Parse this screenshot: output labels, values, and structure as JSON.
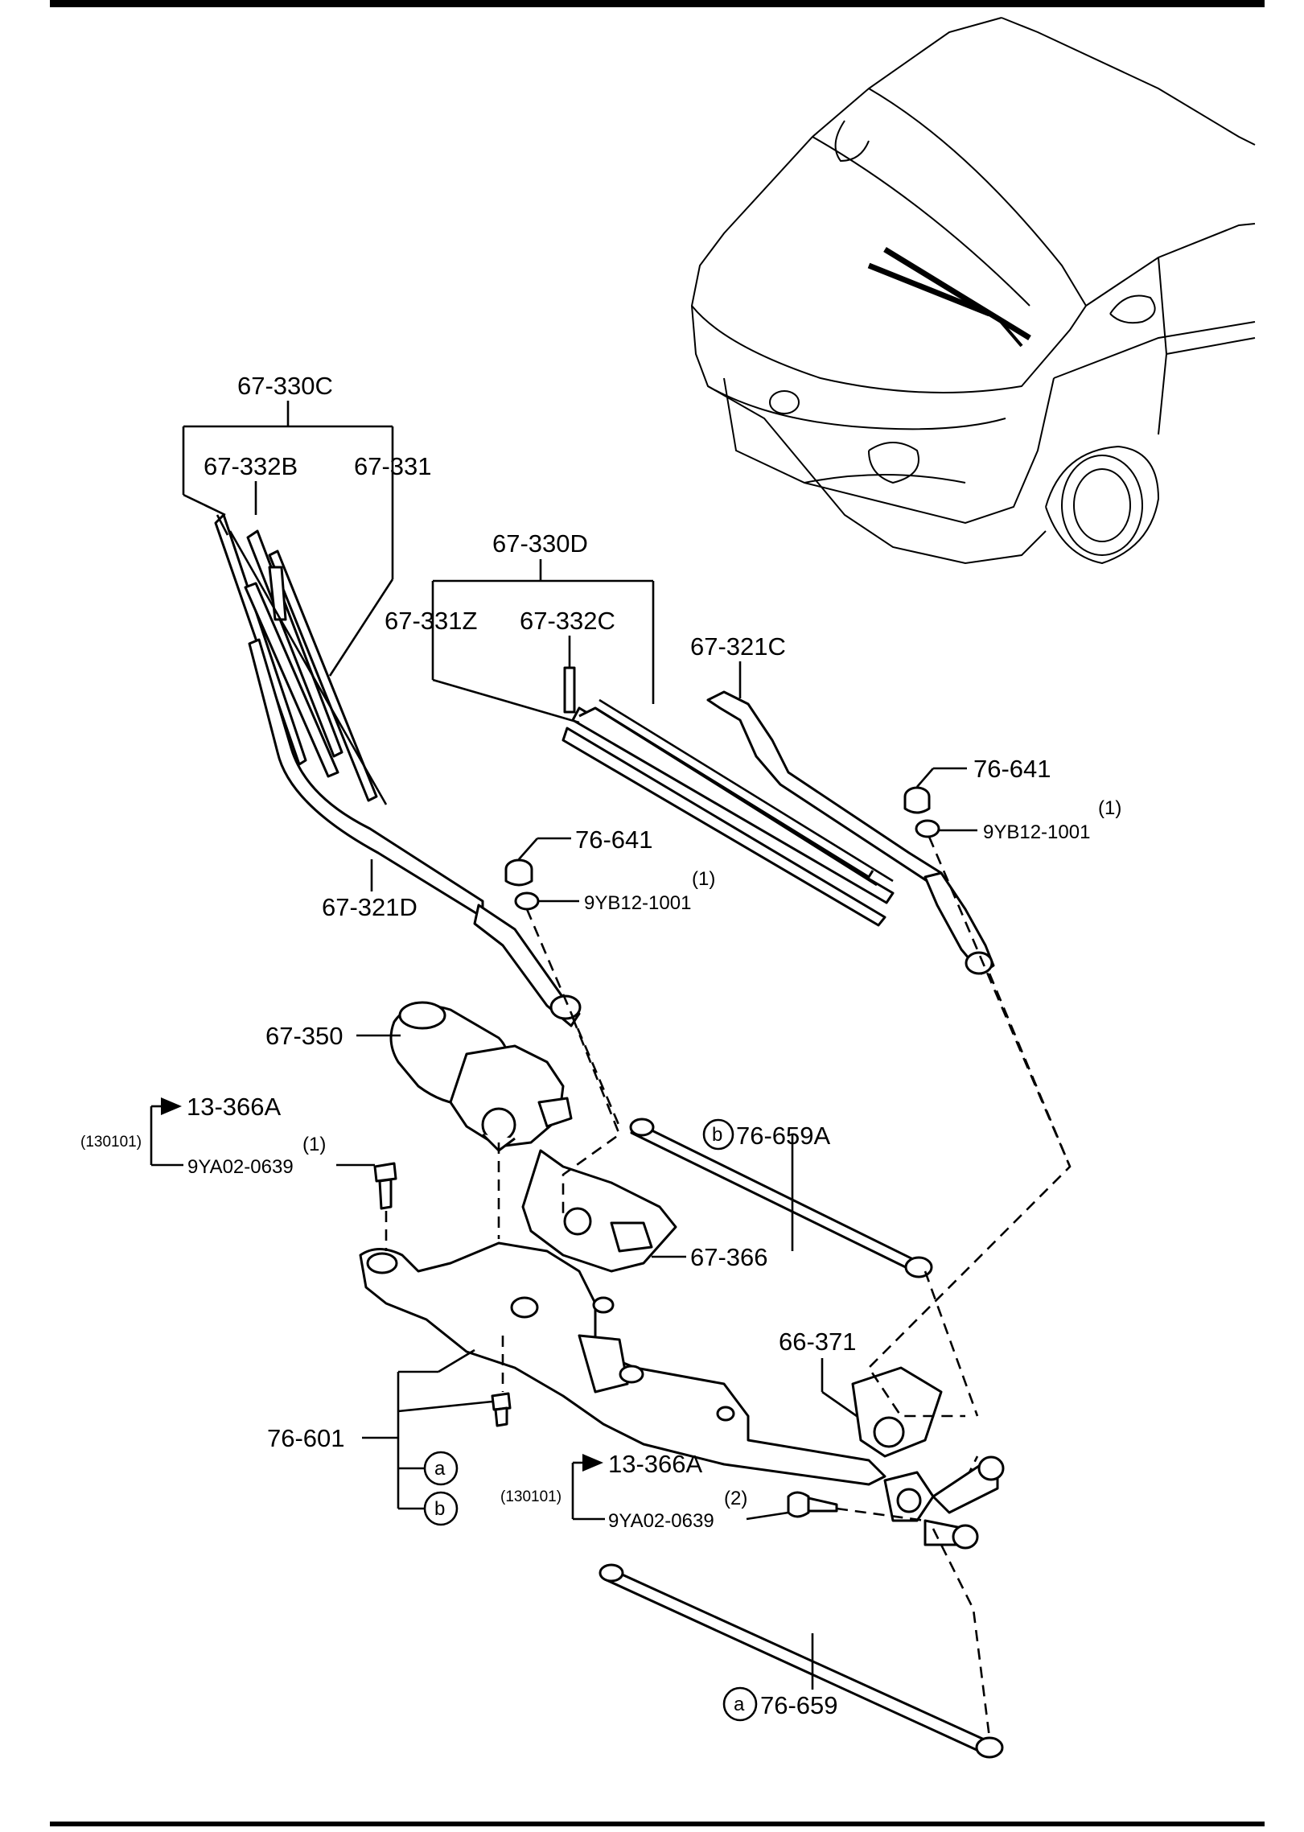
{
  "labels": {
    "blade_assy_driver": "67-330C",
    "blade_rubber_driver": "67-332B",
    "blade_driver": "67-331",
    "blade_assy_passenger": "67-330D",
    "blade_passenger": "67-331Z",
    "blade_rubber_passenger": "67-332C",
    "arm_passenger": "67-321C",
    "cap_passenger": "76-641",
    "qty_nut_passenger": "(1)",
    "nut_passenger": "9YB12-1001",
    "cap_driver": "76-641",
    "qty_nut_driver": "(1)",
    "nut_driver": "9YB12-1001",
    "arm_driver": "67-321D",
    "motor": "67-350",
    "ref_upper": "13-366A",
    "date_upper": "(130101)",
    "qty_bolt_upper": "(1)",
    "bolt_upper": "9YA02-0639",
    "link_b_marker": "b",
    "link_b": "76-659A",
    "bracket": "67-366",
    "pivot": "66-371",
    "linkage": "76-601",
    "linkage_a_marker": "a",
    "linkage_b_marker": "b",
    "ref_lower": "13-366A",
    "date_lower": "(130101)",
    "qty_bolt_lower": "(2)",
    "bolt_lower": "9YA02-0639",
    "link_a_marker": "a",
    "link_a": "76-659"
  }
}
